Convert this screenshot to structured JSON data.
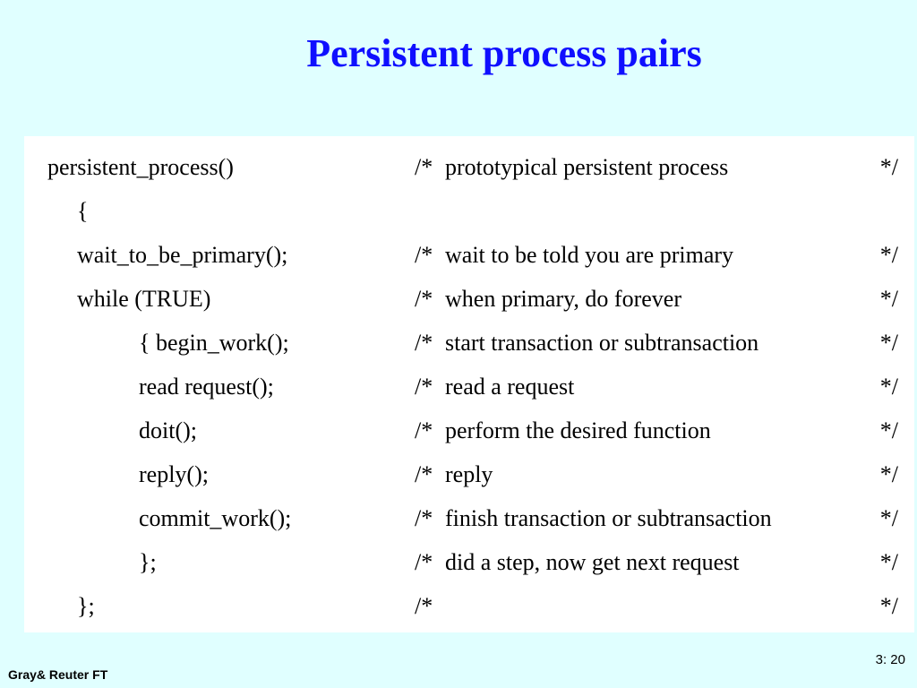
{
  "slide": {
    "title": "Persistent process pairs",
    "footer_left": "Gray& Reuter  FT",
    "page_number": "3: 20"
  },
  "code": {
    "lines": [
      {
        "code": "persistent_process()",
        "comment_open": "/*",
        "comment": "prototypical persistent process",
        "comment_close": "*/"
      },
      {
        "code": "{",
        "comment_open": "",
        "comment": "",
        "comment_close": ""
      },
      {
        "code": "wait_to_be_primary();",
        "comment_open": "/*",
        "comment": "wait to be told you are primary",
        "comment_close": "*/"
      },
      {
        "code": "while (TRUE)",
        "comment_open": "/*",
        "comment": "when primary, do forever",
        "comment_close": "*/"
      },
      {
        "code": "{ begin_work();",
        "comment_open": "/*",
        "comment": "start transaction or  subtransaction",
        "comment_close": "*/"
      },
      {
        "code": "read request();",
        "comment_open": "/*",
        "comment": "read a request",
        "comment_close": "*/"
      },
      {
        "code": "doit();",
        "comment_open": "/*",
        "comment": "perform the desired function",
        "comment_close": "*/"
      },
      {
        "code": "reply();",
        "comment_open": "/*",
        "comment": "reply",
        "comment_close": "*/"
      },
      {
        "code": "commit_work();",
        "comment_open": "/*",
        "comment": "finish transaction or subtransaction",
        "comment_close": "*/"
      },
      {
        "code": "};",
        "comment_open": "/*",
        "comment": "did a step, now get next request",
        "comment_close": "*/"
      },
      {
        "code": "};",
        "comment_open": "/*",
        "comment": "",
        "comment_close": "*/"
      }
    ]
  }
}
